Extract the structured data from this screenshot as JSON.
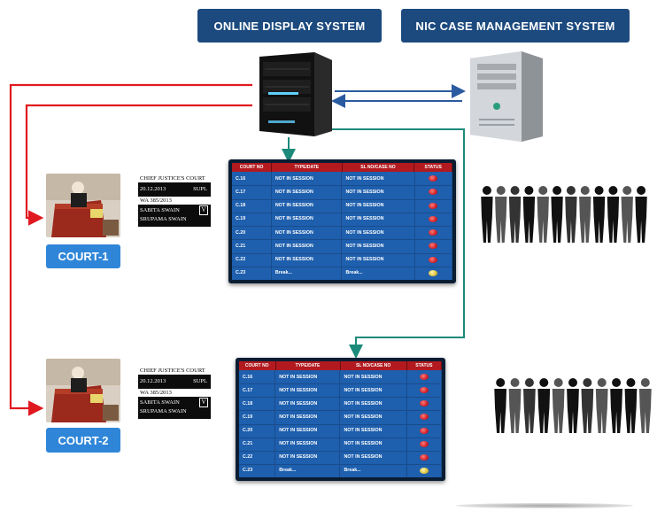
{
  "headers": {
    "online_display": "ONLINE DISPLAY SYSTEM",
    "nic_case": "NIC CASE MANAGEMENT SYSTEM"
  },
  "courts": [
    {
      "button": "COURT-1",
      "display": {
        "court_name": "CHIEF JUSTICE'S COURT",
        "date": "20.12.2013",
        "list": "SUPL",
        "case_no": "WA 385/2013",
        "party1": "SABITA SWAIN",
        "party2": "SRUPAMA SWAIN",
        "mark": "V"
      }
    },
    {
      "button": "COURT-2",
      "display": {
        "court_name": "CHIEF JUSTICE'S COURT",
        "date": "20.12.2013",
        "list": "SUPL",
        "case_no": "WA 385/2013",
        "party1": "SABITA SWAIN",
        "party2": "SRUPAMA SWAIN",
        "mark": "V"
      }
    }
  ],
  "board": {
    "columns": [
      "COURT NO",
      "TYPE/DATE",
      "SL NO/CASE NO",
      "STATUS"
    ],
    "rows": [
      {
        "court": "C.16",
        "type": "NOT IN SESSION",
        "case": "NOT IN SESSION",
        "status": "red"
      },
      {
        "court": "C.17",
        "type": "NOT IN SESSION",
        "case": "NOT IN SESSION",
        "status": "red"
      },
      {
        "court": "C.18",
        "type": "NOT IN SESSION",
        "case": "NOT IN SESSION",
        "status": "red"
      },
      {
        "court": "C.19",
        "type": "NOT IN SESSION",
        "case": "NOT IN SESSION",
        "status": "red"
      },
      {
        "court": "C.20",
        "type": "NOT IN SESSION",
        "case": "NOT IN SESSION",
        "status": "red"
      },
      {
        "court": "C.21",
        "type": "NOT IN SESSION",
        "case": "NOT IN SESSION",
        "status": "red"
      },
      {
        "court": "C.22",
        "type": "NOT IN SESSION",
        "case": "NOT IN SESSION",
        "status": "red"
      },
      {
        "court": "C.23",
        "type": "Break...",
        "case": "Break...",
        "status": "yellow"
      }
    ]
  },
  "colors": {
    "header_bg": "#1c4a7e",
    "court_button": "#2f86d8",
    "red_arrow": "#e0191f",
    "teal_arrow": "#1b8a7a",
    "blue_arrow": "#2a5aa0",
    "board_header": "#b21a1f",
    "board_body": "#1e5fae"
  },
  "icons": [
    "server-icon",
    "pc-tower-icon",
    "judge-image",
    "people-silhouettes"
  ]
}
